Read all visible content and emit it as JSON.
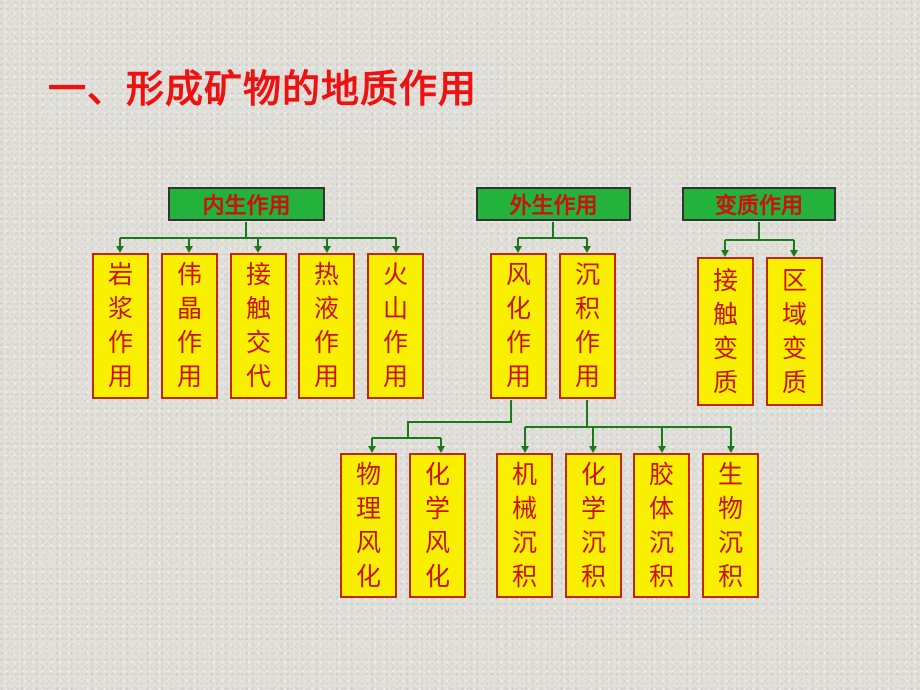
{
  "title": "一、形成矿物的地质作用",
  "heads": {
    "endogenic": "内生作用",
    "exogenic": "外生作用",
    "metamorphic": "变质作用"
  },
  "endogenic_items": [
    "岩浆作用",
    "伟晶作用",
    "接触交代",
    "热液作用",
    "火山作用"
  ],
  "exogenic_items": [
    "风化作用",
    "沉积作用"
  ],
  "metamorphic_items": [
    "接触变质",
    "区域变质"
  ],
  "weathering_items": [
    "物理风化",
    "化学风化"
  ],
  "sedimentation_items": [
    "机械沉积",
    "化学沉积",
    "胶体沉积",
    "生物沉积"
  ],
  "colors": {
    "title": "#ee1111",
    "head_fill": "#23b33c",
    "box_fill": "#f8f000",
    "box_text": "#cc1111",
    "connector": "#1a7a1a"
  }
}
